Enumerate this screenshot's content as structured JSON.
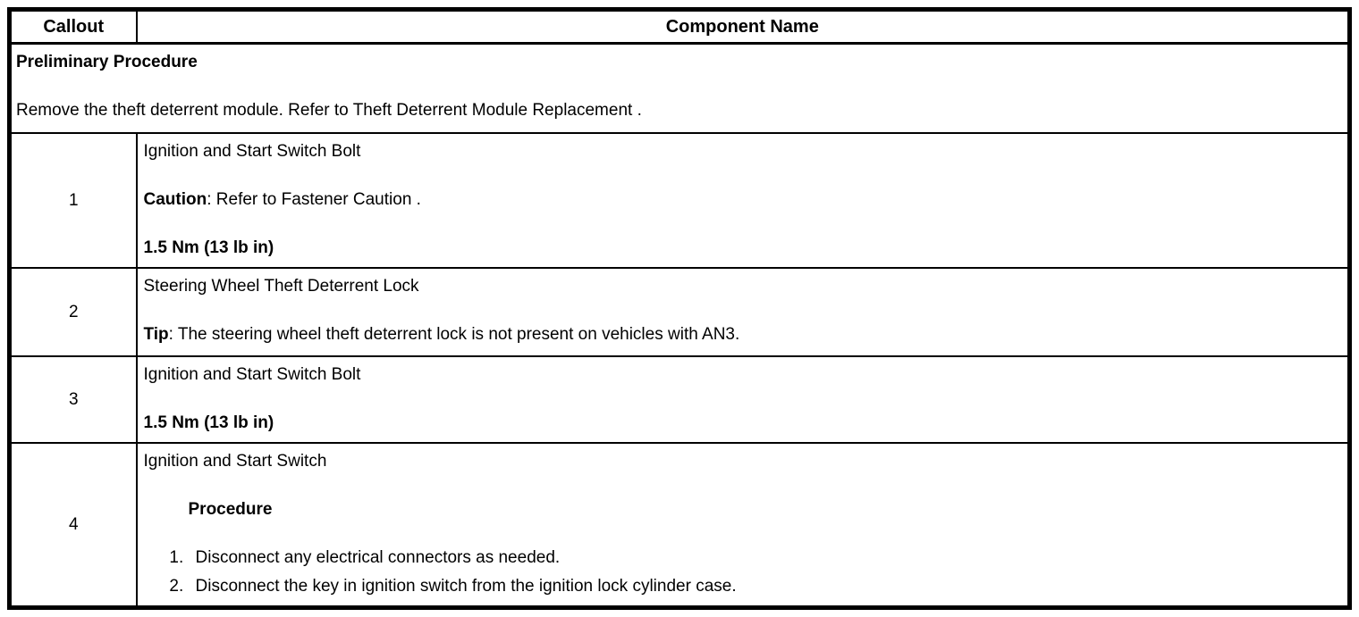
{
  "table": {
    "headers": {
      "callout": "Callout",
      "component": "Component Name"
    },
    "preliminary": {
      "title": "Preliminary Procedure",
      "body": "Remove the theft deterrent module. Refer to Theft Deterrent Module Replacement ."
    },
    "rows": [
      {
        "callout": "1",
        "name": "Ignition and Start Switch Bolt",
        "note_label": "Caution",
        "note_rest": ": Refer to Fastener Caution .",
        "torque": "1.5 Nm (13 lb in)"
      },
      {
        "callout": "2",
        "name": "Steering Wheel Theft Deterrent Lock",
        "note_label": "Tip",
        "note_rest": ": The steering wheel theft deterrent lock is not present on vehicles with AN3."
      },
      {
        "callout": "3",
        "name": "Ignition and Start Switch Bolt",
        "torque": "1.5 Nm (13 lb in)"
      },
      {
        "callout": "4",
        "name": "Ignition and Start Switch",
        "procedure_title": "Procedure",
        "steps": [
          "Disconnect any electrical connectors as needed.",
          "Disconnect the key in ignition switch from the ignition lock cylinder case."
        ]
      }
    ]
  }
}
